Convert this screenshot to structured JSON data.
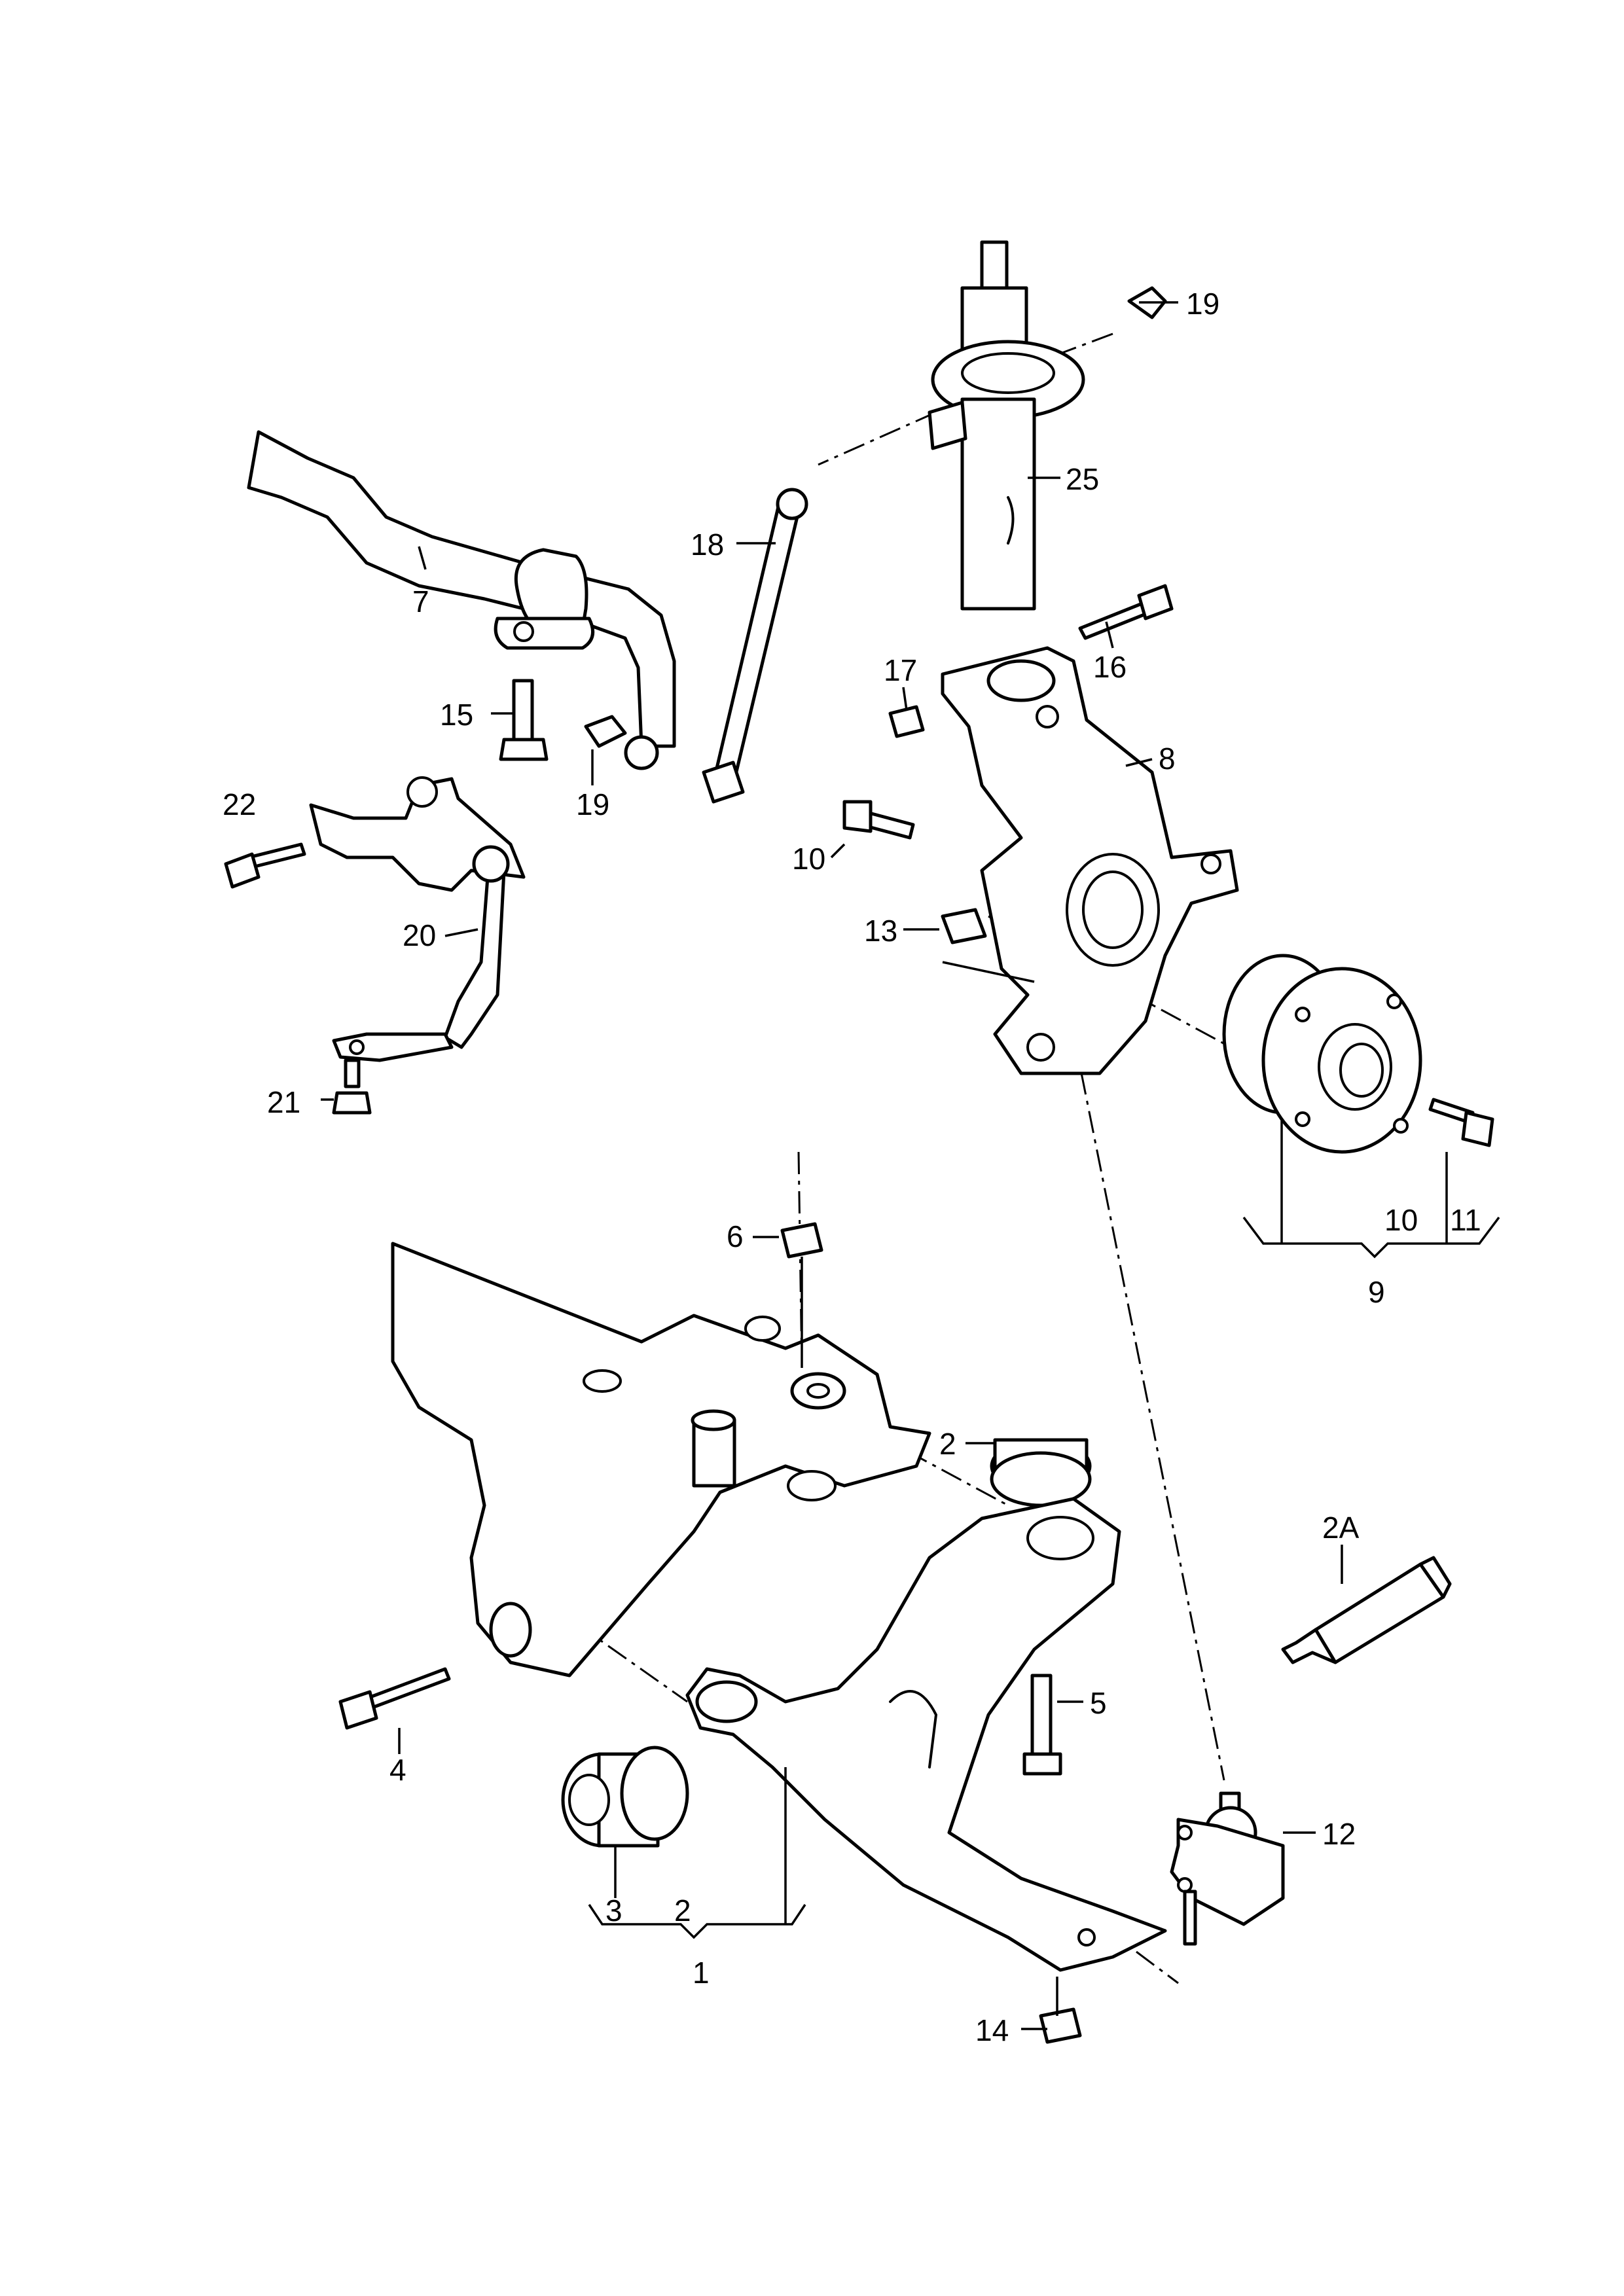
{
  "diagram": {
    "title": "",
    "callouts": {
      "c1": "1",
      "c2": "2",
      "c2b": "2",
      "c2a": "2A",
      "c3": "3",
      "c4": "4",
      "c5": "5",
      "c6": "6",
      "c7": "7",
      "c8": "8",
      "c9": "9",
      "c10a": "10",
      "c10b": "10",
      "c11": "11",
      "c12": "12",
      "c13": "13",
      "c14": "14",
      "c15": "15",
      "c16": "16",
      "c17": "17",
      "c18": "18",
      "c19a": "19",
      "c19b": "19",
      "c20": "20",
      "c21": "21",
      "c22": "22",
      "c25": "25"
    }
  }
}
